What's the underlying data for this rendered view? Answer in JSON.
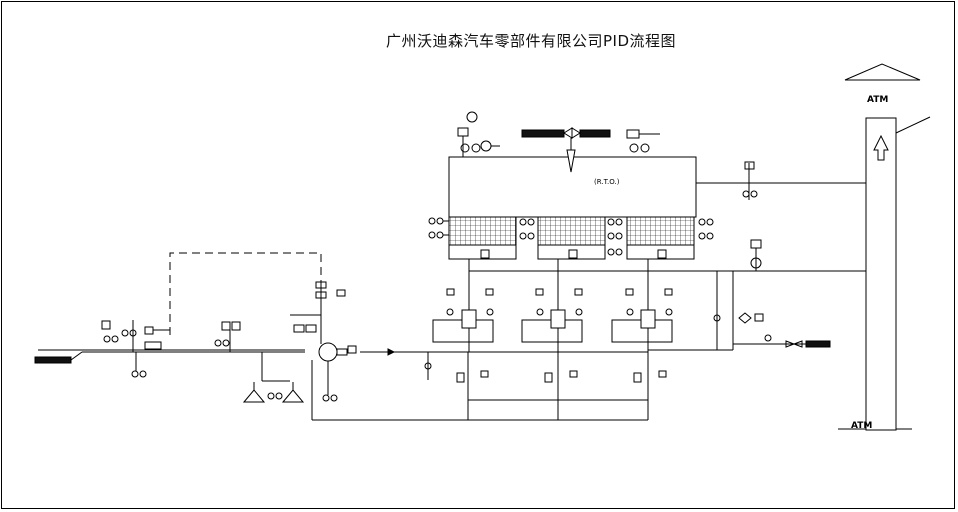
{
  "title": "广州沃迪森汽车零部件有限公司PID流程图",
  "equipment": {
    "rto_label": "(R.T.O.)",
    "stack_label": "ATM"
  }
}
